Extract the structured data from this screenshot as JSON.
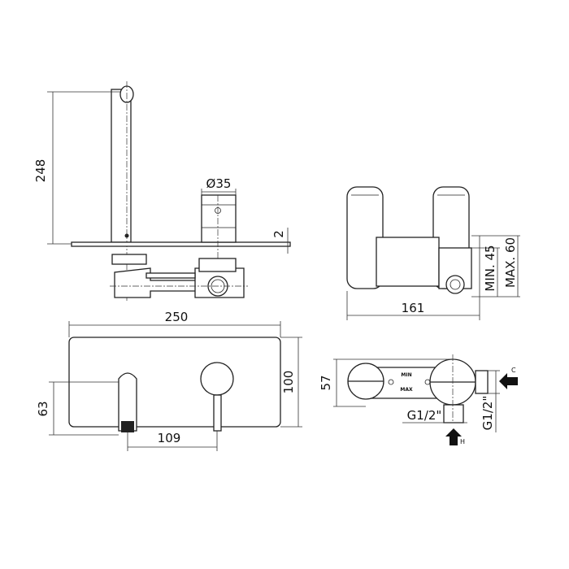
{
  "side_view": {
    "height": "248",
    "diameter": "Ø35",
    "plate_thickness": "2"
  },
  "end_view": {
    "min_depth": "MIN. 45",
    "max_depth": "MAX. 60",
    "width": "161"
  },
  "front_view": {
    "width": "250",
    "height": "100",
    "spout_height": "63",
    "spacing": "109"
  },
  "top_view": {
    "depth": "57",
    "bottom_thread": "G1/2\"",
    "side_thread": "G1/2\"",
    "min_label": "MIN",
    "max_label": "MAX",
    "cold_label": "C",
    "hot_label": "H"
  }
}
